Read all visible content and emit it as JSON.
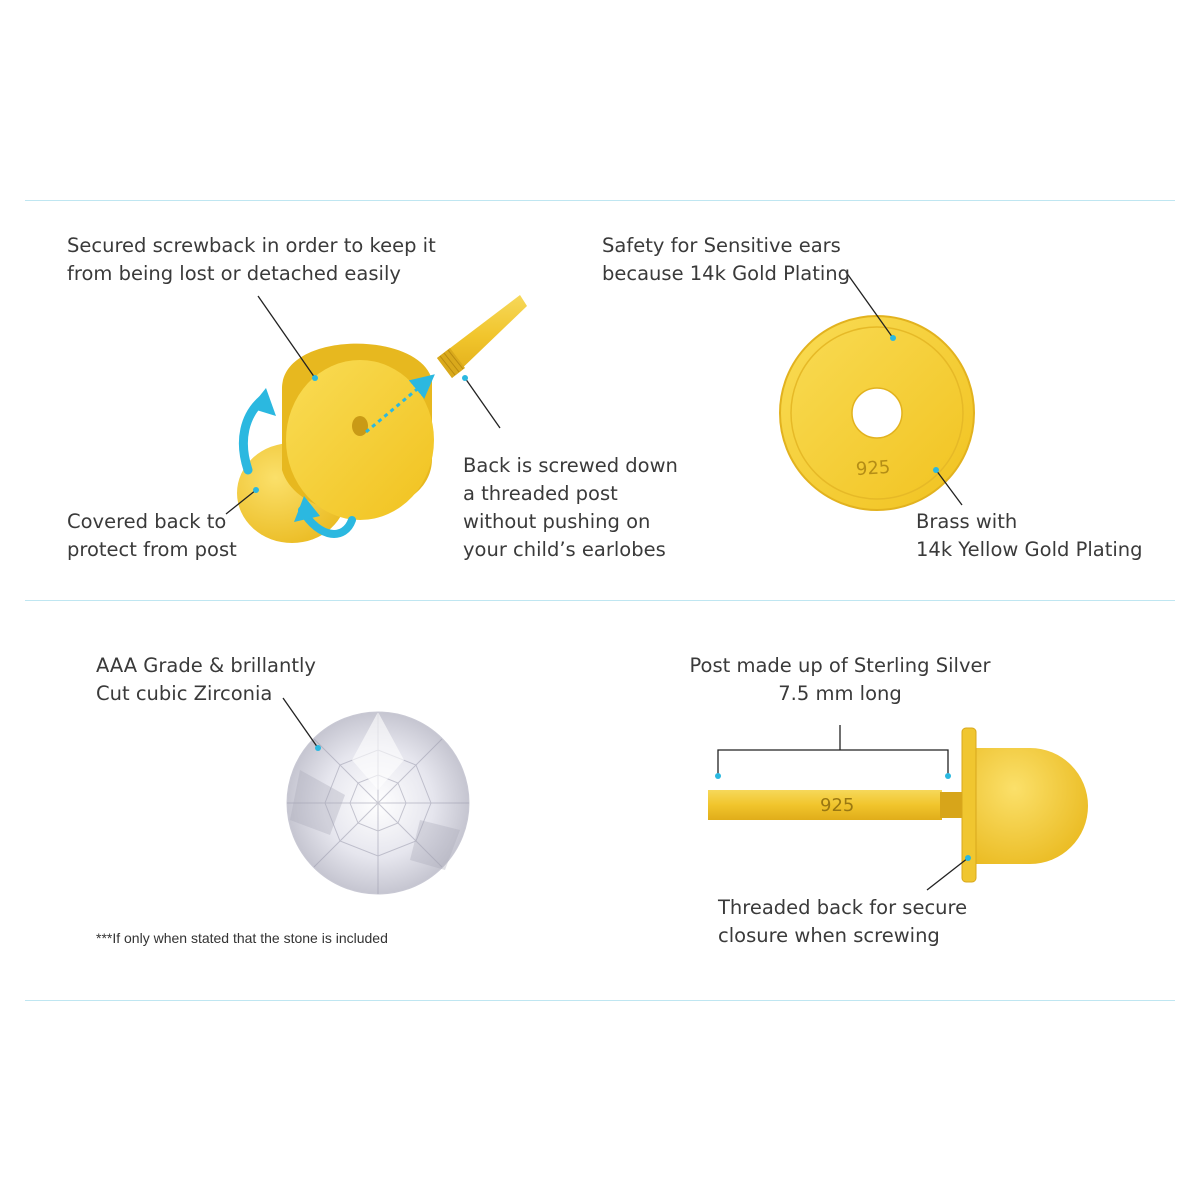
{
  "colors": {
    "gold": "#f6cf3a",
    "gold_dark": "#d9a91c",
    "accent_blue": "#2bb8e0",
    "divider": "#bfe6f1",
    "text": "#3a3a3a"
  },
  "sections": {
    "screwback": {
      "label_top_1": "Secured screwback in order to keep it",
      "label_top_2": "from being lost or detached easily",
      "label_left_1": "Covered back to",
      "label_left_2": "protect from post",
      "label_right_1": "Back is screwed down",
      "label_right_2": "a threaded post",
      "label_right_3": "without pushing on",
      "label_right_4": "your child’s earlobes"
    },
    "disc": {
      "label_top_1": "Safety for Sensitive ears",
      "label_top_2": "because 14k Gold Plating",
      "stamp": "925",
      "label_bottom_1": "Brass with",
      "label_bottom_2": "14k Yellow Gold Plating"
    },
    "stone": {
      "label_1": "AAA Grade & brillantly",
      "label_2": "Cut cubic Zirconia",
      "note": "***If only when stated that the stone is included"
    },
    "post": {
      "label_top_1": "Post made up of Sterling Silver",
      "label_top_2": "7.5 mm long",
      "stamp": "925",
      "label_bottom_1": "Threaded back for secure",
      "label_bottom_2": "closure when screwing"
    }
  }
}
